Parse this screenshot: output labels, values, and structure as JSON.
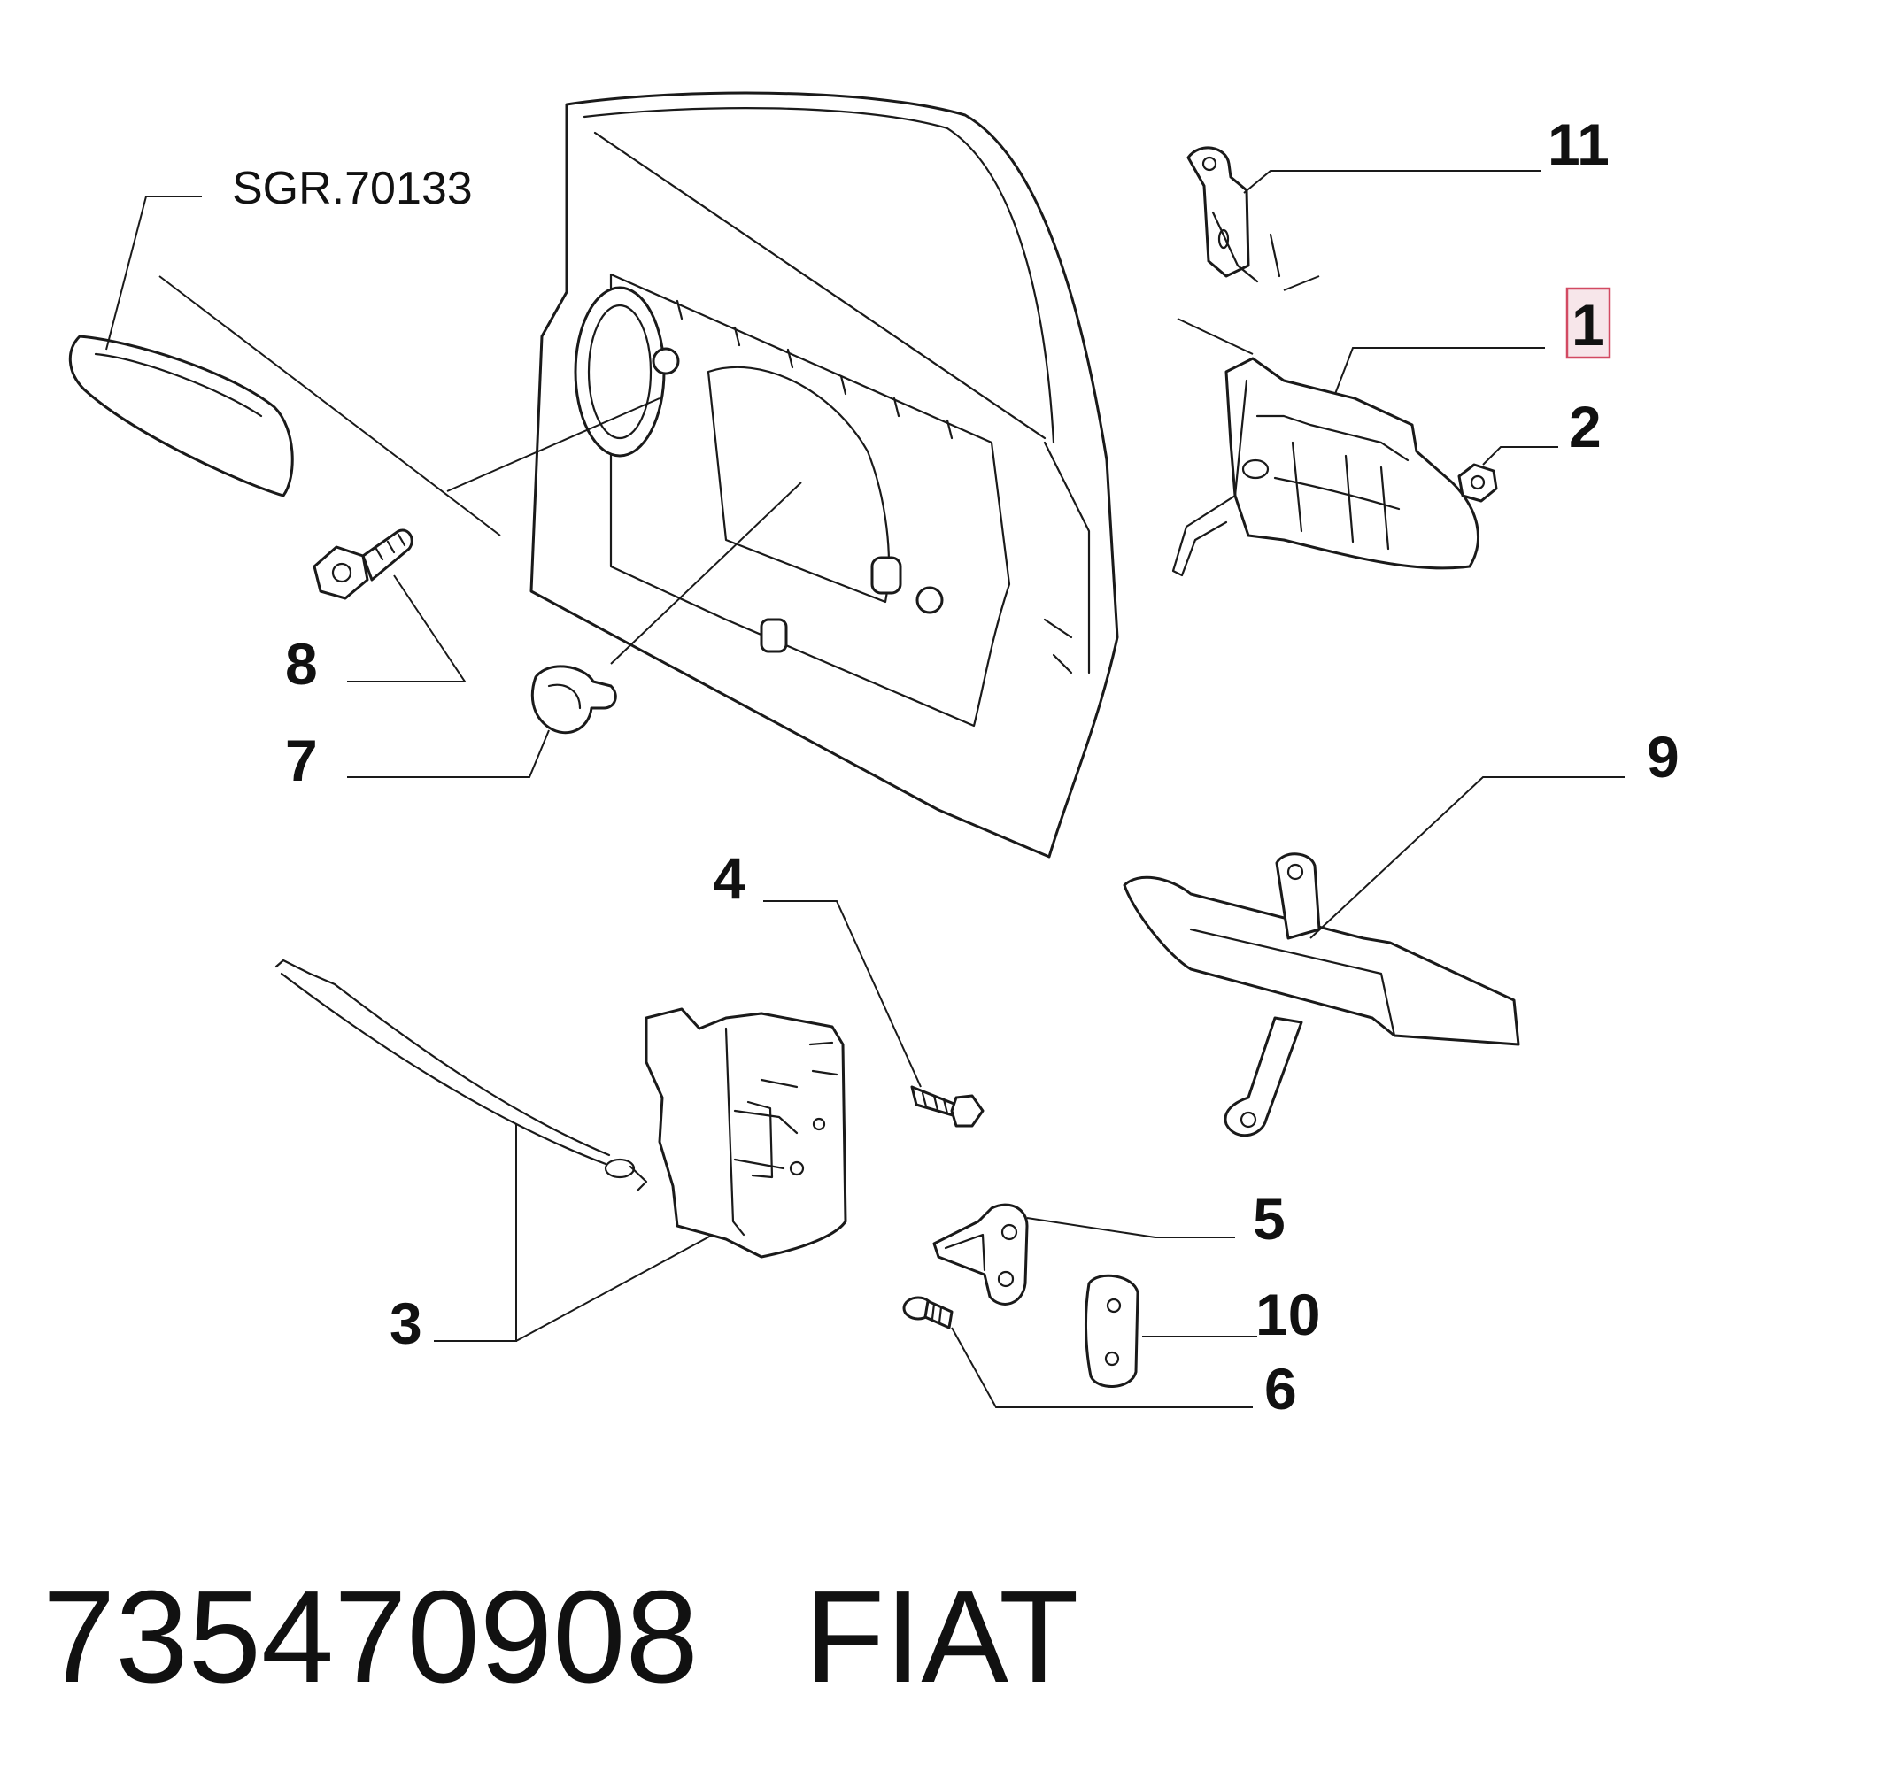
{
  "diagram": {
    "group_ref": "SGR.70133",
    "callouts": [
      "11",
      "1",
      "2",
      "8",
      "7",
      "9",
      "4",
      "5",
      "10",
      "6",
      "3"
    ],
    "highlighted_callout": "1",
    "highlight_color": "#d24a62"
  },
  "caption": {
    "part_number": "735470908",
    "brand": "FIAT"
  }
}
